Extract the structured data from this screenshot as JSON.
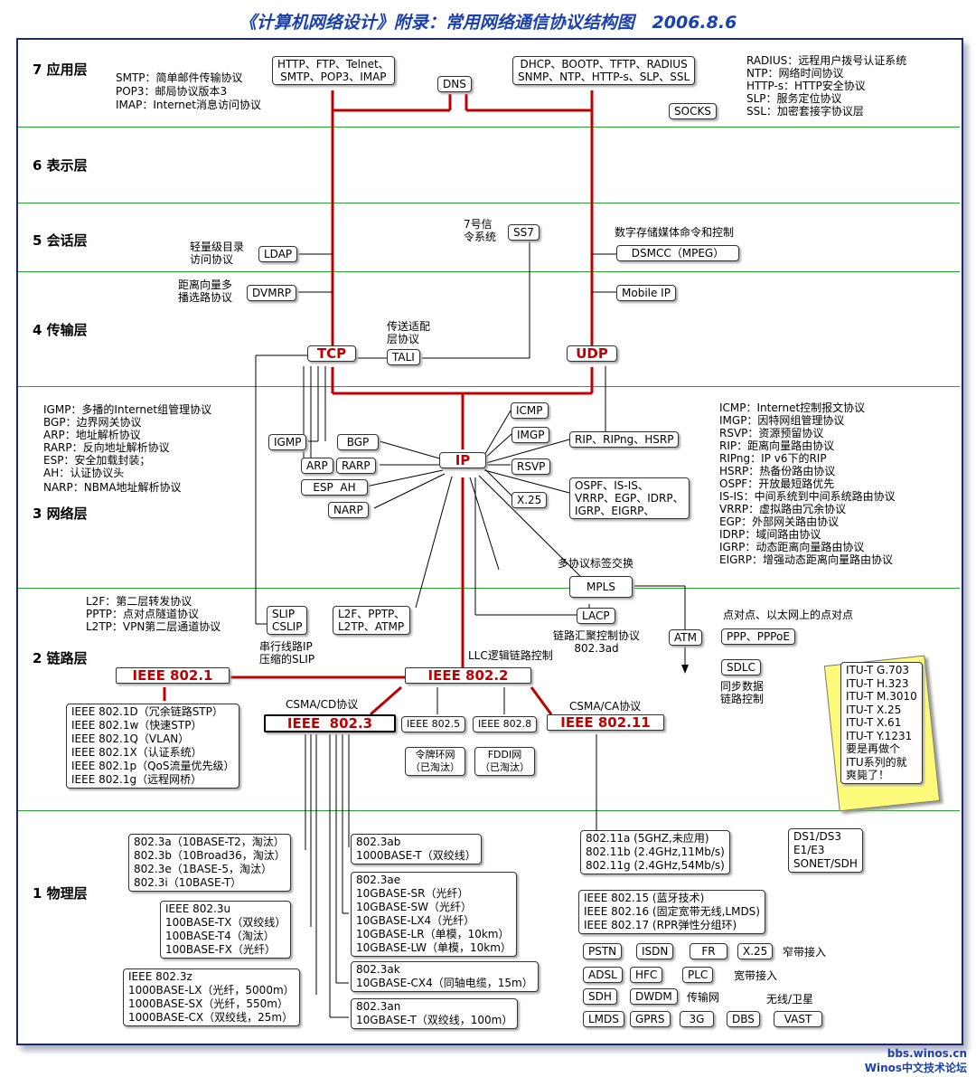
{
  "title": "《计算机网络设计》附录：常用网络通信协议结构图   2006.8.6",
  "layers": [
    "7 应用层",
    "6 表示层",
    "5 会话层",
    "4 传输层",
    "3 网络层",
    "2 链路层",
    "1 物理层"
  ],
  "app_notes": [
    "SMTP：简单邮件传输协议",
    "POP3：邮局协议版本3",
    "IMAP：Internet消息访问协议"
  ],
  "app_left_box": "HTTP、FTP、Telnet、\nSMTP、POP3、IMAP",
  "dns": "DNS",
  "app_right_box": "DHCP、BOOTP、TFTP、RADIUS\nSNMP、NTP、HTTP-s、SLP、SSL",
  "app_right_notes": [
    "RADIUS：远程用户拨号认证系统",
    "NTP：网络时间协议",
    "HTTP-s：HTTP安全协议",
    "SLP：服务定位协议",
    "SSL：加密套接字协议层"
  ],
  "socks": "SOCKS",
  "ss7_label": "7号信\n令系统",
  "ss7": "SS7",
  "ldap_label": "轻量级目录\n访问协议",
  "ldap": "LDAP",
  "dsmcc_label": "数字存储媒体命令和控制",
  "dsmcc": "DSMCC（MPEG）",
  "dvmrp_label": "距离向量多\n播选路协议",
  "dvmrp": "DVMRP",
  "mobileip": "Mobile IP",
  "tali_label": "传送适配\n层协议",
  "tali": "TALI",
  "tcp": "TCP",
  "udp": "UDP",
  "net_notes_left": [
    "IGMP：多播的Internet组管理协议",
    "BGP：边界网关协议",
    "ARP：地址解析协议",
    "RARP：反向地址解析协议",
    "ESP：安全加载封装；",
    "AH：认证协议头",
    "NARP：NBMA地址解析协议"
  ],
  "igmp": "IGMP",
  "bgp": "BGP",
  "arp": "ARP",
  "rarp": "RARP",
  "espah": "ESP  AH",
  "narp": "NARP",
  "ip": "IP",
  "icmp": "ICMP",
  "imgp": "IMGP",
  "rip": "RIP、RIPng、HSRP",
  "rsvp": "RSVP",
  "x25": "X.25",
  "ospf": "OSPF、IS-IS、\nVRRP、EGP、IDRP、\nIGRP、EIGRP、",
  "net_notes_right": [
    "ICMP：Internet控制报文协议",
    "IMGP：因特网组管理协议",
    "RSVP：资源预留协议",
    "RIP：距离向量路由协议",
    "RIPng：IP v6下的RIP",
    "HSRP：热备份路由协议",
    "OSPF：开放最短路优先",
    "IS-IS：中间系统到中间系统路由协议",
    "VRRP：虚拟路由冗余协议",
    "EGP：外部网关路由协议",
    "IDRP：域间路由协议",
    "IGRP：动态距离向量路由协议",
    "EIGRP：增强动态距离向量路由协议"
  ],
  "mpls_label": "多协议标签交换",
  "mpls": "MPLS",
  "lacp": "LACP",
  "lacp_label": "链路汇聚控制协议\n802.3ad",
  "atm": "ATM",
  "link_notes": [
    "L2F：第二层转发协议",
    "PPTP：点对点隧道协议",
    "L2TP：VPN第二层通道协议"
  ],
  "slip": "SLIP\nCSLIP",
  "slip_label": "串行线路IP\n压缩的SLIP",
  "l2f": "L2F、PPTP、\nL2TP、ATMP",
  "llc_label": "LLC逻辑链路控制",
  "ieee8021": "IEEE 802.1",
  "ieee8022": "IEEE 802.2",
  "csmacd": "CSMA/CD协议",
  "ieee8023": "IEEE  802.3",
  "ieee8025": "IEEE 802.5",
  "ieee8028": "IEEE 802.8",
  "csmaca": "CSMA/CA协议",
  "ieee80211": "IEEE 802.11",
  "token": "令牌环网\n（已淘汰）",
  "fddi": "FDDI网\n（已淘汰）",
  "ieee8021_list": "IEEE 802.1D（冗余链路STP）\nIEEE 802.1w（快速STP）\nIEEE 802.1Q（VLAN）\nIEEE 802.1X（认证系统）\nIEEE 802.1p（QoS流量优先级）\nIEEE 802.1g（远程网桥）",
  "ppp_label": "点对点、以太网上的点对点",
  "ppp": "PPP、PPPoE",
  "sdlc": "SDLC",
  "sdlc_label": "同步数据\n链路控制",
  "itu": "ITU-T G.703\nITU-T H.323\nITU-T M.3010\nITU-T X.25\nITU-T X.61\nITU-T Y.1231\n要是再做个\nITU系列的就\n爽毙了！",
  "phy_8023a": "802.3a（10BASE-T2，淘汰）\n802.3b（10Broad36，淘汰）\n802.3e（1BASE-5，淘汰）\n802.3i（10BASE-T）",
  "phy_8023u": "IEEE 802.3u\n100BASE-TX（双绞线）\n100BASE-T4（淘汰）\n100BASE-FX（光纤）",
  "phy_8023z": "IEEE 802.3z\n1000BASE-LX（光纤，5000m）\n1000BASE-SX（光纤，550m）\n1000BASE-CX（双绞线，25m）",
  "phy_8023ab": "802.3ab\n1000BASE-T（双绞线）",
  "phy_8023ae": "802.3ae\n10GBASE-SR（光纤）\n10GBASE-SW（光纤）\n10GBASE-LX4（光纤）\n10GBASE-LR（单模，10km）\n10GBASE-LW（单模，10km）",
  "phy_8023ak": "802.3ak\n10GBASE-CX4（同轴电缆，15m）",
  "phy_8023an": "802.3an\n10GBASE-T（双绞线，100m）",
  "phy_80211": "802.11a (5GHZ,未应用)\n802.11b (2.4GHz,11Mb/s)\n802.11g (2.4GHz,54Mb/s)",
  "phy_ds": "DS1/DS3\nE1/E3\nSONET/SDH",
  "phy_80215": "IEEE 802.15 (蓝牙技术)\nIEEE 802.16 (固定宽带无线,LMDS)\nIEEE 802.17 (RPR弹性分组环)",
  "narrowband": [
    "PSTN",
    "ISDN",
    "FR",
    "X.25"
  ],
  "narrowband_label": "窄带接入",
  "broadband": [
    "ADSL",
    "HFC",
    "PLC"
  ],
  "broadband_label": "宽带接入",
  "transport": [
    "SDH",
    "DWDM"
  ],
  "transport_label": "传输网",
  "wireless_label": "无线/卫星",
  "wireless": [
    "LMDS",
    "GPRS",
    "3G",
    "DBS",
    "VAST"
  ],
  "watermark1": "bbs.winos.cn",
  "watermark2": "Winos中文技术论坛",
  "colors": {
    "red": "#c00000",
    "green": "#2aa12a",
    "blue": "#1a3fb0"
  }
}
